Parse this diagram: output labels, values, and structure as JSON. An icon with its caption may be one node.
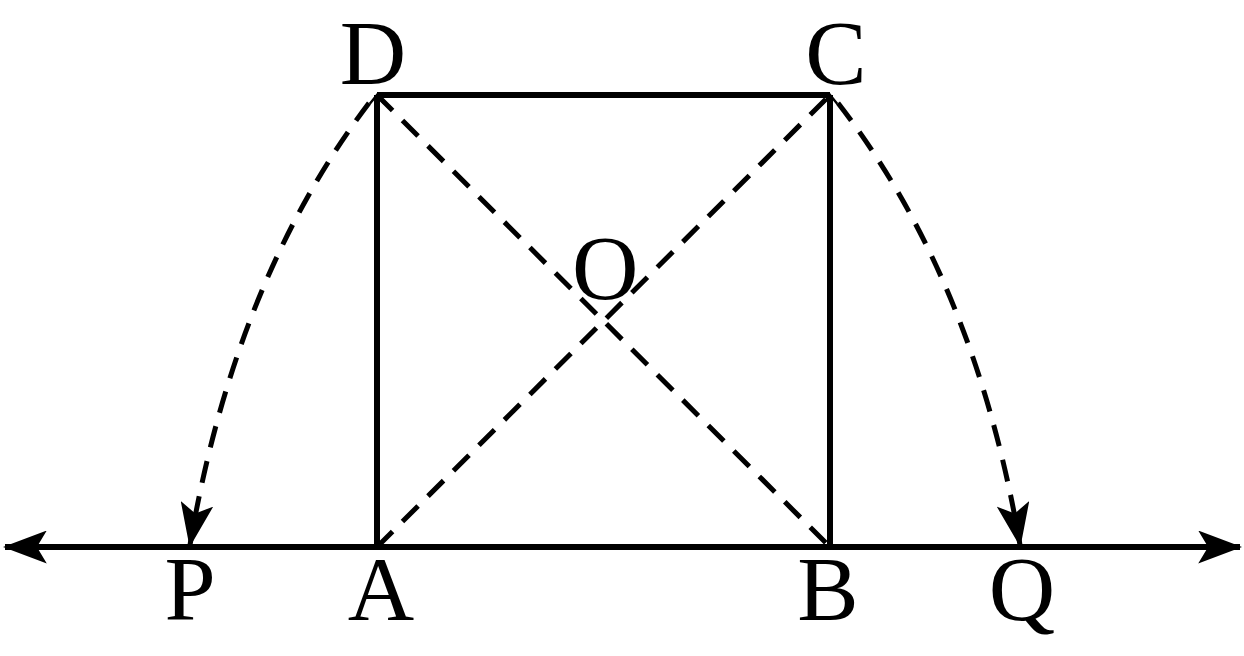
{
  "diagram": {
    "nodes": [
      {
        "text": [
          "D"
        ]
      },
      {
        "text": [
          "C"
        ]
      },
      {
        "text": [
          "P"
        ]
      },
      {
        "text": [
          "A"
        ]
      },
      {
        "text": [
          "B"
        ]
      },
      {
        "text": [
          "Q"
        ]
      }
    ],
    "edges": [
      {
        "from": 0,
        "to": 1,
        "arrow": "none"
      },
      {
        "from": 3,
        "to": 0,
        "arrow": "to"
      },
      {
        "from": 4,
        "to": 1,
        "arrow": "to"
      },
      {
        "from": 3,
        "to": 1,
        "arrow": "none",
        "style": "dashed"
      },
      {
        "from": 0,
        "to": 4,
        "arrow": "none",
        "style": "dashed"
      },
      {
        "from": 0,
        "to": 2,
        "arrow": "to",
        "style": "dashed"
      },
      {
        "from": 1,
        "to": 5,
        "arrow": "to",
        "style": "dashed"
      },
      {
        "from": 2,
        "to": null,
        "arrow": "to"
      },
      {
        "from": 2,
        "to": 3,
        "arrow": "none"
      },
      {
        "from": 3,
        "to": 4,
        "arrow": "none"
      },
      {
        "from": 4,
        "to": 5,
        "arrow": "none"
      },
      {
        "from": 5,
        "to": null,
        "arrow": "to"
      }
    ],
    "labels": [
      "O"
    ]
  }
}
